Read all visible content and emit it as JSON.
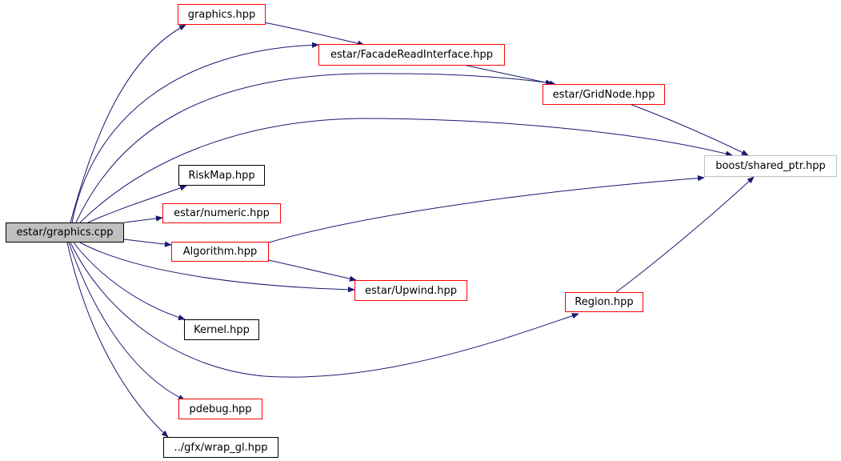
{
  "nodes": {
    "root": {
      "label": "estar/graphics.cpp"
    },
    "graphics_hpp": {
      "label": "graphics.hpp"
    },
    "facade": {
      "label": "estar/FacadeReadInterface.hpp"
    },
    "gridnode": {
      "label": "estar/GridNode.hpp"
    },
    "shared_ptr": {
      "label": "boost/shared_ptr.hpp"
    },
    "riskmap": {
      "label": "RiskMap.hpp"
    },
    "numeric": {
      "label": "estar/numeric.hpp"
    },
    "algorithm": {
      "label": "Algorithm.hpp"
    },
    "upwind": {
      "label": "estar/Upwind.hpp"
    },
    "region": {
      "label": "Region.hpp"
    },
    "kernel": {
      "label": "Kernel.hpp"
    },
    "pdebug": {
      "label": "pdebug.hpp"
    },
    "wrap_gl": {
      "label": "../gfx/wrap_gl.hpp"
    }
  },
  "colors": {
    "edge": "#191970",
    "red_border": "#ff0000",
    "black_border": "#000000",
    "gray_border": "#bfbfbf",
    "root_fill": "#bfbfbf"
  }
}
